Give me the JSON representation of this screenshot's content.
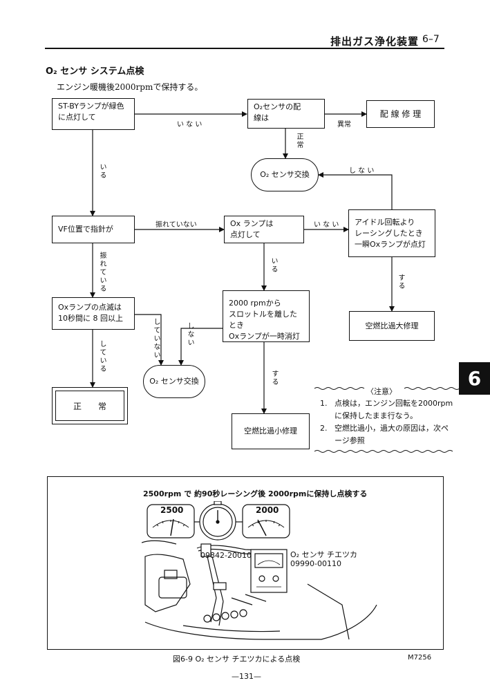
{
  "header": {
    "title": "排出ガス浄化装置",
    "page": "6–7"
  },
  "section": {
    "title": "O₂ センサ システム点検",
    "description": "エンジン暖機後2000rpmで保持する。"
  },
  "flowchart": {
    "boxes": {
      "st_by": "ST-BYランプが緑色\nに点灯して",
      "o2_wiring": "O₂センサの配\n線は",
      "wiring_repair": "配 線 修 理",
      "o2_replace_1": "O₂ センサ交換",
      "vf_position": "VF位置で指針が",
      "ox_lamp_lit": "Ox ランプは\n点灯して",
      "idle_racing": "アイドル回転より\nレーシングしたとき\n一瞬Oxランプが点灯",
      "ox_blink": "Oxランプの点滅は\n10秒間に 8 回以上",
      "throttle_release": "2000 rpmから\nスロットルを離したとき\nOxランプが一時消灯",
      "rich_repair": "空燃比過大修理",
      "o2_replace_2": "O₂ センサ交換",
      "normal": "正　　常",
      "lean_repair": "空燃比過小修理"
    },
    "labels": {
      "st_no": "い な い",
      "wiring_abnormal": "異常",
      "wiring_normal": "正常",
      "idle_no": "し な い",
      "st_yes": "いる",
      "vf_no": "振れていない",
      "ox_no": "い な い",
      "vf_yes": "振れている",
      "ox_yes": "いる",
      "idle_yes": "する",
      "blink_no": "していない",
      "throttle_no": "しない",
      "blink_yes": "している",
      "throttle_yes": "する"
    }
  },
  "tab": "6",
  "note": {
    "title": "〈注意〉",
    "items": [
      {
        "num": "1.",
        "line1": "点検は，エンジン回転を2000rpm",
        "line2": "に保持したまま行なう。"
      },
      {
        "num": "2.",
        "line1": "空燃比過小，過大の原因は，次ペ",
        "line2": "ージ参照"
      }
    ]
  },
  "figure": {
    "instruction": "2500rpm で 約90秒レーシング後 2000rpmに保持し点検する",
    "gauge_left": "2500",
    "gauge_right": "2000",
    "part_number": "09842-20010",
    "checker_label": "O₂ センサ チエツカ",
    "checker_number": "09990-00110",
    "caption_label": "図6-9 O₂ センサ チエツカによる点検",
    "caption_code": "M7256"
  },
  "page_number": "—131—"
}
